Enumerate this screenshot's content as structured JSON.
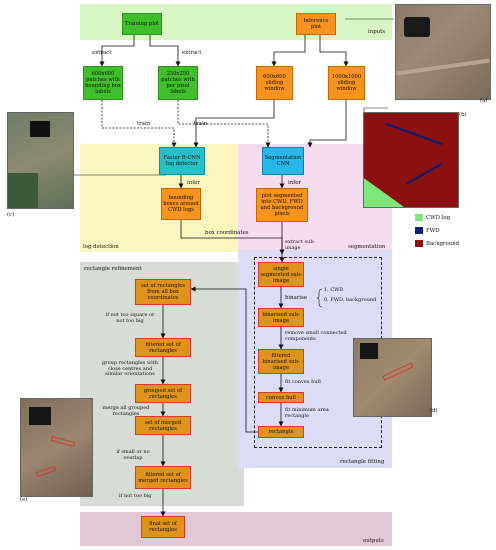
{
  "regions": {
    "inputs": "inputs",
    "log_detection": "log detection",
    "segmentation": "segmentation",
    "rectangle_refinement": "rectangle refinement",
    "rectangle_fitting": "rectangle fitting",
    "outputs": "outputs"
  },
  "nodes": {
    "training_plot": "Training plot",
    "inference_plot": "Inference plot",
    "patches_bbox": "600x600 patches with bounding box labels",
    "patches_pixel": "250x250 patches with per pixel labels",
    "sliding_600": "600x600 sliding window",
    "sliding_1000": "1000x1000 sliding window",
    "faster_rcnn": "Faster R-CNN log detector",
    "seg_cnn": "Segmentation CNN",
    "bounding_boxes": "bounding boxes around CWD logs",
    "plot_segmented": "plot segmented into CWD, FWD and background pixels",
    "single_segmented": "single segmented sub-image",
    "binarised": "binarised sub-image",
    "filtered_binarised": "filtered binarised sub-image",
    "convex_hull": "convex hull",
    "rectangle": "rectangle",
    "set_rectangles": "set of rectangles from all box coordinates",
    "filtered_set": "filtered set of rectangles",
    "grouped_set": "grouped set of rectangles",
    "merged_set": "set of merged rectangles",
    "filtered_merged": "filtered set of merged rectangles",
    "final_set": "final set of rectangles"
  },
  "edges": {
    "extract_left": "extract",
    "extract_right": "extract",
    "train_left": "train",
    "train_right": "train",
    "infer_left": "infer",
    "infer_right": "infer",
    "box_coordinates": "box coordinates",
    "extract_subimage": "extract sub-image",
    "binarise": "binarise",
    "binarise_1": "1, CWD",
    "binarise_0": "0, FWD, background",
    "remove_small": "remove small connected components",
    "fit_hull": "fit convex hull",
    "fit_min_rect": "fit minimum area rectangle",
    "too_square": "if not too square or not too big",
    "group_rects": "group rectangles with close centres and similar orientations",
    "merge_grouped": "merge all grouped rectangles",
    "small_overlap": "if small or no overlap",
    "not_too_big": "if not too big"
  },
  "legend": {
    "cwd": "CWD log",
    "fwd": "FWD",
    "background": "Background"
  },
  "legend_colors": {
    "cwd": "#7de87a",
    "fwd": "#0b1f7a",
    "background": "#8b1010"
  },
  "panel_labels": {
    "a": "(a)",
    "b": "(b)",
    "c": "(c)",
    "d": "(d)",
    "e": "(e)"
  }
}
